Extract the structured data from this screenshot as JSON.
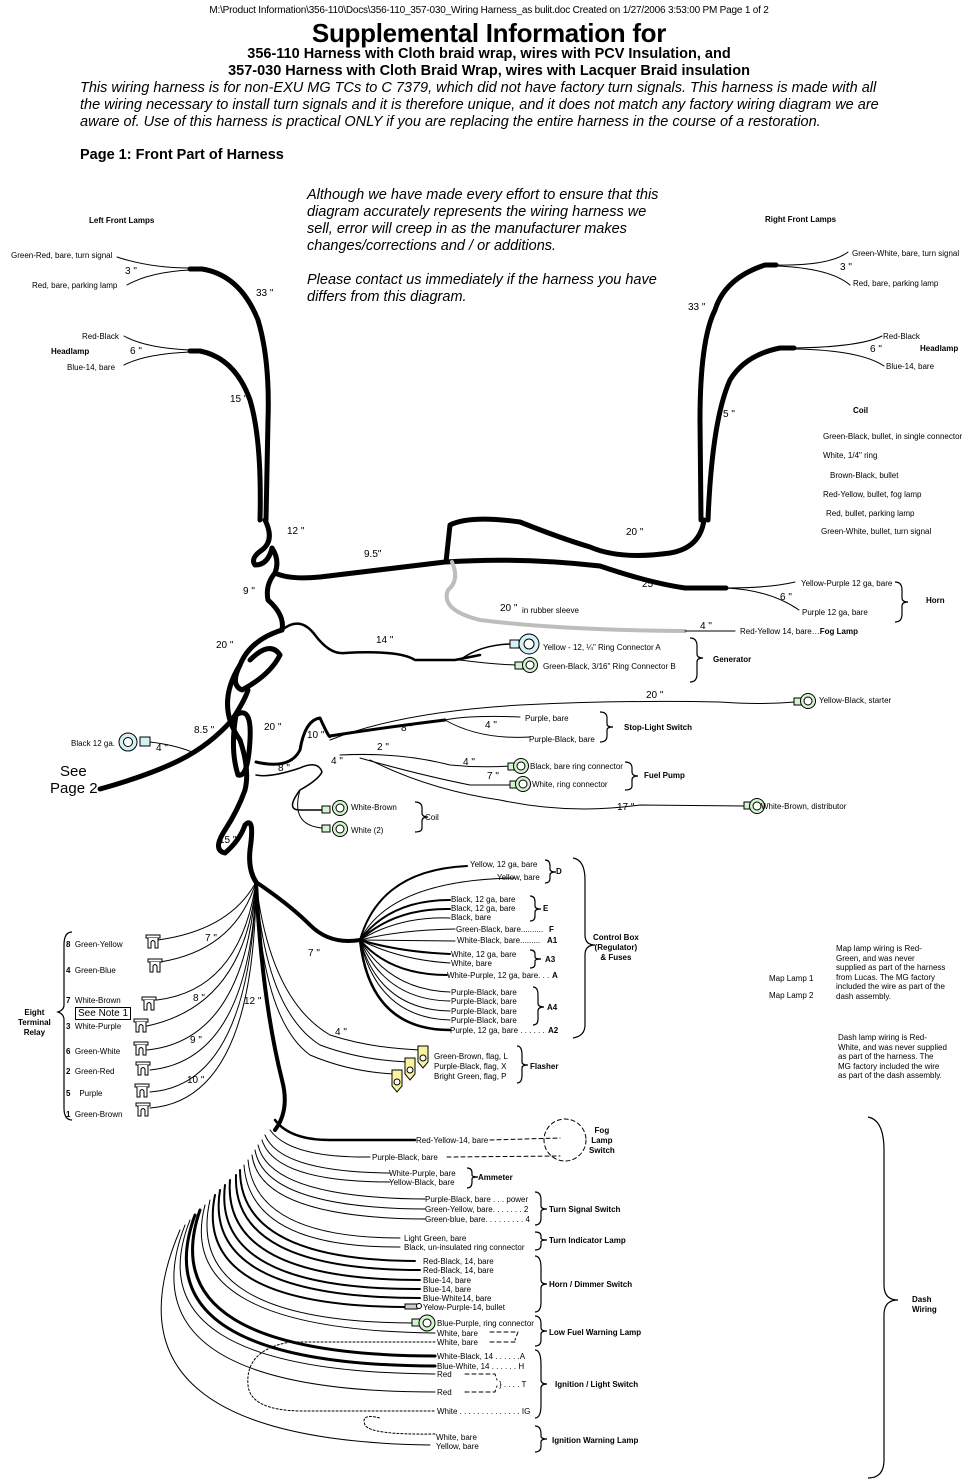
{
  "header": {
    "file_path_line": "M:\\Product Information\\356-110\\Docs\\356-110_357-030_Wiring Harness_as bulit.doc   Created on 1/27/2006 3:53:00 PM    Page 1 of 2",
    "title": "Supplemental Information for",
    "subtitle_1": "356-110 Harness with Cloth braid wrap, wires with PCV Insulation, and",
    "subtitle_2": "357-030 Harness with Cloth Braid Wrap, wires with Lacquer Braid insulation",
    "intro_lines": [
      "This wiring harness is for non-EXU MG TCs to C 7379, which did not have factory turn signals. This harness is made with all",
      "the wiring necessary to install turn signals and it is therefore unique, and it does not match any factory wiring diagram we are",
      "aware of. Use of this harness is practical ONLY if you are replacing the entire harness in the course of a restoration."
    ],
    "page_heading": "Page 1: Front Part of Harness"
  },
  "disclaimer": {
    "lines": [
      "Although we have made every effort to ensure that this",
      "diagram accurately represents the wiring harness we",
      "sell, error will creep in as the manufacturer makes",
      "changes/corrections and / or additions.",
      "",
      "Please contact us immediately if the harness you have",
      "differs from this diagram."
    ]
  },
  "left_front": {
    "heading": "Left Front Lamps",
    "turn": "Green-Red, bare, turn signal",
    "park": "Red, bare, parking lamp",
    "len_3": "3 \"",
    "len_33": "33 \"",
    "hl_red": "Red-Black",
    "hl_label": "Headlamp",
    "hl_blue": "Blue-14, bare",
    "len_6": "6 \"",
    "len_15": "15 \""
  },
  "right_front": {
    "heading": "Right Front Lamps",
    "turn": "Green-White, bare, turn signal",
    "park": "Red, bare, parking lamp",
    "len_3": "3 \"",
    "len_33": "33 \"",
    "hl_red": "Red-Black",
    "hl_label": "Headlamp",
    "hl_blue": "Blue-14, bare",
    "len_6": "6 \"",
    "len_15": "5 \""
  },
  "coil_list": {
    "heading": "Coil",
    "items": [
      "Green-Black, bullet, in single connector",
      "White, 1/4\" ring",
      "Brown-Black, bullet",
      "Red-Yellow, bullet, fog lamp",
      "Red, bullet, parking lamp",
      "Green-White, bullet, turn signal"
    ]
  },
  "trunk_lengths": {
    "l12": "12 \"",
    "l9_5": "9.5\"",
    "l20r": "20 \"",
    "l9": "9 \"",
    "l20a": "20 \"",
    "l14": "14 \"",
    "l25": "25",
    "l20_sleeve": "20 \"",
    "sleeve_note": "in rubber sleeve",
    "l4_fog": "4 \"",
    "l6_horn": "6 \"",
    "l20_starter": "20 \"",
    "l8_5": "8.5 \"",
    "l4_black": "4 \"",
    "l20b": "20 \"",
    "l10": "10 \"",
    "l8a": "8 \"",
    "l4_stop": "4 \"",
    "l2": "2 \"",
    "l8b": "8 \"",
    "l4b": "4 \"",
    "l4_fuel": "4 \"",
    "l7_fuel": "7 \"",
    "l17": "17 \"",
    "l15": "15 \"",
    "l7_relay": "7 \"",
    "l7_cb": "7 \"",
    "l8_relay": "8 \"",
    "l12_trunk": "12 \"",
    "l9_relay": "9 \"",
    "l10_relay": "10 \"",
    "l4_flasher": "4 \""
  },
  "horn": {
    "label": "Horn",
    "wires": [
      "Yellow-Purple 12 ga, bare",
      "Purple 12 ga, bare"
    ]
  },
  "fog_lamp": {
    "wire": "Red-Yellow 14, bare…",
    "label": "Fog Lamp"
  },
  "generator": {
    "label": "Generator",
    "wires": [
      "Yellow - 12, ¼\"  Ring Connector   A",
      "Green-Black, 3/16\" Ring Connector  B"
    ]
  },
  "starter": {
    "wire": "Yellow-Black, starter"
  },
  "black_ground": {
    "wire": "Black 12 ga."
  },
  "see_page": {
    "line1": "See",
    "line2": "Page 2"
  },
  "stop_light": {
    "label": "Stop-Light Switch",
    "wires": [
      "Purple, bare",
      "Purple-Black, bare"
    ]
  },
  "fuel_pump": {
    "label": "Fuel Pump",
    "wires": [
      "Black, bare ring connector",
      "White, ring connector"
    ]
  },
  "distributor": {
    "wire": "White-Brown, distributor"
  },
  "coil_conn": {
    "label": "Coil",
    "wires": [
      "White-Brown",
      "White (2)"
    ]
  },
  "control_box": {
    "label_lines": [
      "Control Box",
      "(Regulator)",
      "& Fuses"
    ],
    "groups": [
      {
        "terminal": "D",
        "wires": [
          "Yellow, 12 ga, bare",
          "Yellow, bare"
        ]
      },
      {
        "terminal": "E",
        "wires": [
          "Black, 12 ga, bare",
          "Black, 12 ga, bare",
          "Black, bare"
        ]
      },
      {
        "terminal": "F",
        "wires": [
          "Green-Black, bare.........."
        ]
      },
      {
        "terminal": "A1",
        "wires": [
          "White-Black, bare........."
        ]
      },
      {
        "terminal": "A3",
        "wires": [
          "White, 12 ga, bare",
          "White, bare"
        ]
      },
      {
        "terminal": "A",
        "wires": [
          "White-Purple, 12 ga, bare. . ."
        ]
      },
      {
        "terminal": "A4",
        "wires": [
          "Purple-Black, bare",
          "Purple-Black, bare",
          "Purple-Black, bare",
          "Purple-Black, bare"
        ]
      },
      {
        "terminal": "A2",
        "wires": [
          "Purple, 12 ga, bare . . . . . ."
        ]
      }
    ]
  },
  "relay": {
    "label_lines": [
      "Eight",
      "Terminal",
      "Relay"
    ],
    "see_note": "See Note 1",
    "terminals": [
      {
        "num": "8",
        "wire": "Green-Yellow"
      },
      {
        "num": "4",
        "wire": "Green-Blue"
      },
      {
        "num": "7",
        "wire": "White-Brown"
      },
      {
        "num": "3",
        "wire": "White-Purple"
      },
      {
        "num": "6",
        "wire": "Green-White"
      },
      {
        "num": "2",
        "wire": "Green-Red"
      },
      {
        "num": "5",
        "wire": "Purple"
      },
      {
        "num": "1",
        "wire": "Green-Brown"
      }
    ]
  },
  "flasher": {
    "label": "Flasher",
    "wires": [
      "Green-Brown, flag, L",
      "Purple-Black, flag, X",
      "Bright Green, flag, P"
    ]
  },
  "map_lamp": {
    "labels": [
      "Map Lamp 1",
      "Map Lamp 2"
    ],
    "note": "Map lamp wiring is Red-Green, and was never supplied as part of the harness from Lucas. The MG factory included the wire as part of the dash assembly.",
    "dash_note": "Dash lamp wiring is Red-White, and was never supplied as part of the harness. The MG factory included the wire as part of the dash assembly."
  },
  "dash": {
    "label_lines": [
      "Dash",
      "Wiring"
    ],
    "fog_switch": {
      "label_lines": [
        "Fog",
        "Lamp",
        "Switch"
      ],
      "wires": [
        "Red-Yellow-14, bare",
        "Purple-Black, bare"
      ]
    },
    "ammeter": {
      "label": "Ammeter",
      "wires": [
        "White-Purple, bare",
        "Yellow-Black, bare"
      ]
    },
    "turn_signal_switch": {
      "label": "Turn Signal Switch",
      "wires": [
        "Purple-Black, bare . . .  power",
        "Green-Yellow, bare. . . . . . . 2",
        "Green-blue, bare. . . . . . . . . 4"
      ]
    },
    "turn_indicator": {
      "label": "Turn Indicator Lamp",
      "wires": [
        "Light Green, bare",
        "Black, un-insulated ring connector"
      ]
    },
    "horn_dimmer": {
      "label": "Horn / Dimmer Switch",
      "wires": [
        "Red-Black, 14, bare",
        "Red-Black, 14, bare",
        "Blue-14, bare",
        "Blue-14, bare",
        "Blue-White14, bare",
        "Yelow-Purple-14, bullet"
      ]
    },
    "low_fuel": {
      "label": "Low Fuel Warning Lamp",
      "wires": [
        "Blue-Purple, ring connector",
        "White, bare",
        "White, bare"
      ]
    },
    "ignition_switch": {
      "label": "Ignition / Light Switch",
      "wires": [
        "White-Black, 14 . . . . . .A",
        "Blue-White, 14 . . . . . . H",
        "Red",
        "Red",
        "White . . . . . . . . . . . . . . IG"
      ],
      "t_terminal": "} . . . .  T"
    },
    "ignition_warning": {
      "label": "Ignition Warning Lamp",
      "wires": [
        "White, bare",
        "Yellow, bare"
      ]
    }
  },
  "colors": {
    "ring_blue": "#d4f1f7",
    "ring_green": "#d2f5cf",
    "flag_yellow": "#f7f3a0",
    "sleeve_gray": "#bdbdbd"
  }
}
